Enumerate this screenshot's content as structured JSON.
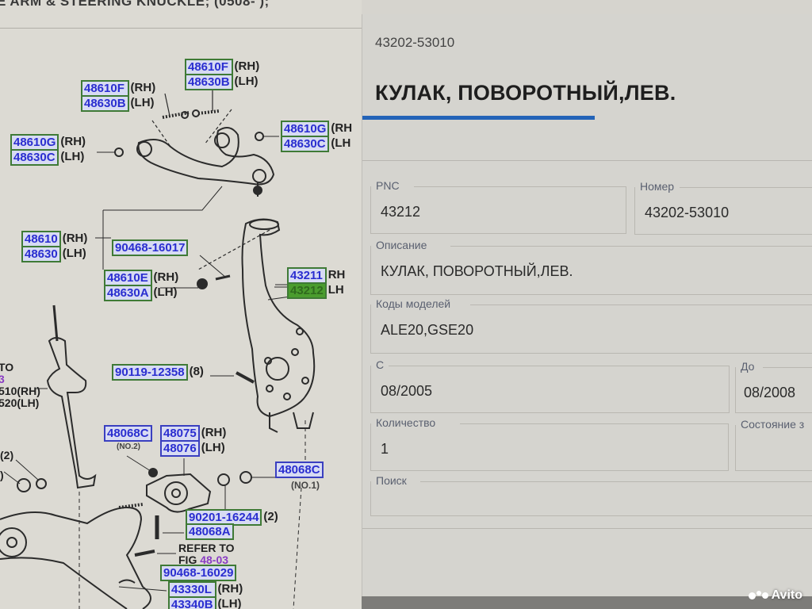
{
  "diagram": {
    "title": "E ARM & STEERING KNUCKLE; (0508- );",
    "callouts": [
      {
        "id": "c1",
        "parts": [
          "48610F",
          "48630B"
        ],
        "sides": [
          "(RH)",
          "(LH)"
        ]
      },
      {
        "id": "c2",
        "parts": [
          "48610F",
          "48630B"
        ],
        "sides": [
          "(RH)",
          "(LH)"
        ]
      },
      {
        "id": "c3",
        "parts": [
          "48610G",
          "48630C"
        ],
        "sides": [
          "(RH)",
          "(LH)"
        ]
      },
      {
        "id": "c4",
        "parts": [
          "48610G",
          "48630C"
        ],
        "sides": [
          "(RH",
          "(LH"
        ]
      },
      {
        "id": "c5",
        "parts": [
          "48610",
          "48630"
        ],
        "sides": [
          "(RH)",
          "(LH)"
        ]
      },
      {
        "id": "c6",
        "parts": [
          "90468-16017"
        ],
        "sides": []
      },
      {
        "id": "c7",
        "parts": [
          "48610E",
          "48630A"
        ],
        "sides": [
          "(RH)",
          "(LH)"
        ]
      },
      {
        "id": "c8",
        "parts": [
          "43211",
          "43212"
        ],
        "sides": [
          "RH",
          "LH"
        ],
        "selected_index": 1
      },
      {
        "id": "c9",
        "parts": [
          "90119-12358"
        ],
        "sides": [
          "(8)"
        ]
      },
      {
        "id": "c10",
        "parts": [
          "48068C"
        ],
        "sides": [],
        "note": "(NO.2)"
      },
      {
        "id": "c11",
        "parts": [
          "48075",
          "48076"
        ],
        "sides": [
          "(RH)",
          "(LH)"
        ]
      },
      {
        "id": "c12",
        "parts": [
          "48068C"
        ],
        "sides": [],
        "note": "(NO.1)"
      },
      {
        "id": "c13",
        "parts": [
          "90201-16244"
        ],
        "sides": [
          "(2)"
        ]
      },
      {
        "id": "c14",
        "parts": [
          "48068A"
        ],
        "sides": []
      },
      {
        "id": "c15",
        "parts": [
          "90468-16029"
        ],
        "sides": []
      },
      {
        "id": "c16",
        "parts": [
          "43330L",
          "43340B"
        ],
        "sides": [
          "(RH)",
          "(LH)"
        ]
      }
    ],
    "refer_to": {
      "line1": "REFER TO",
      "line2": "FIG",
      "fig": "48-03"
    },
    "strut_label": {
      "line1": "TO",
      "line2": "3",
      "line3": "510(RH)",
      "line4": "520(LH)"
    },
    "qty_labels": {
      "a": "(2)",
      "b": ")"
    }
  },
  "panel": {
    "header_code": "43202-53010",
    "title": "КУЛАК, ПОВОРОТНЫЙ,ЛЕВ.",
    "accent_color": "#2363b8",
    "fields": {
      "pnc": {
        "label": "PNC",
        "value": "43212"
      },
      "number": {
        "label": "Номер",
        "value": "43202-53010"
      },
      "description": {
        "label": "Описание",
        "value": "КУЛАК, ПОВОРОТНЫЙ,ЛЕВ."
      },
      "model_codes": {
        "label": "Коды моделей",
        "value": "ALE20,GSE20"
      },
      "from": {
        "label": "С",
        "value": "08/2005"
      },
      "to": {
        "label": "До",
        "value": "08/2008"
      },
      "quantity": {
        "label": "Количество",
        "value": "1"
      },
      "state": {
        "label": "Состояние з",
        "value": ""
      },
      "search": {
        "label": "Поиск",
        "value": ""
      }
    }
  },
  "watermark": {
    "text": "Avito"
  }
}
